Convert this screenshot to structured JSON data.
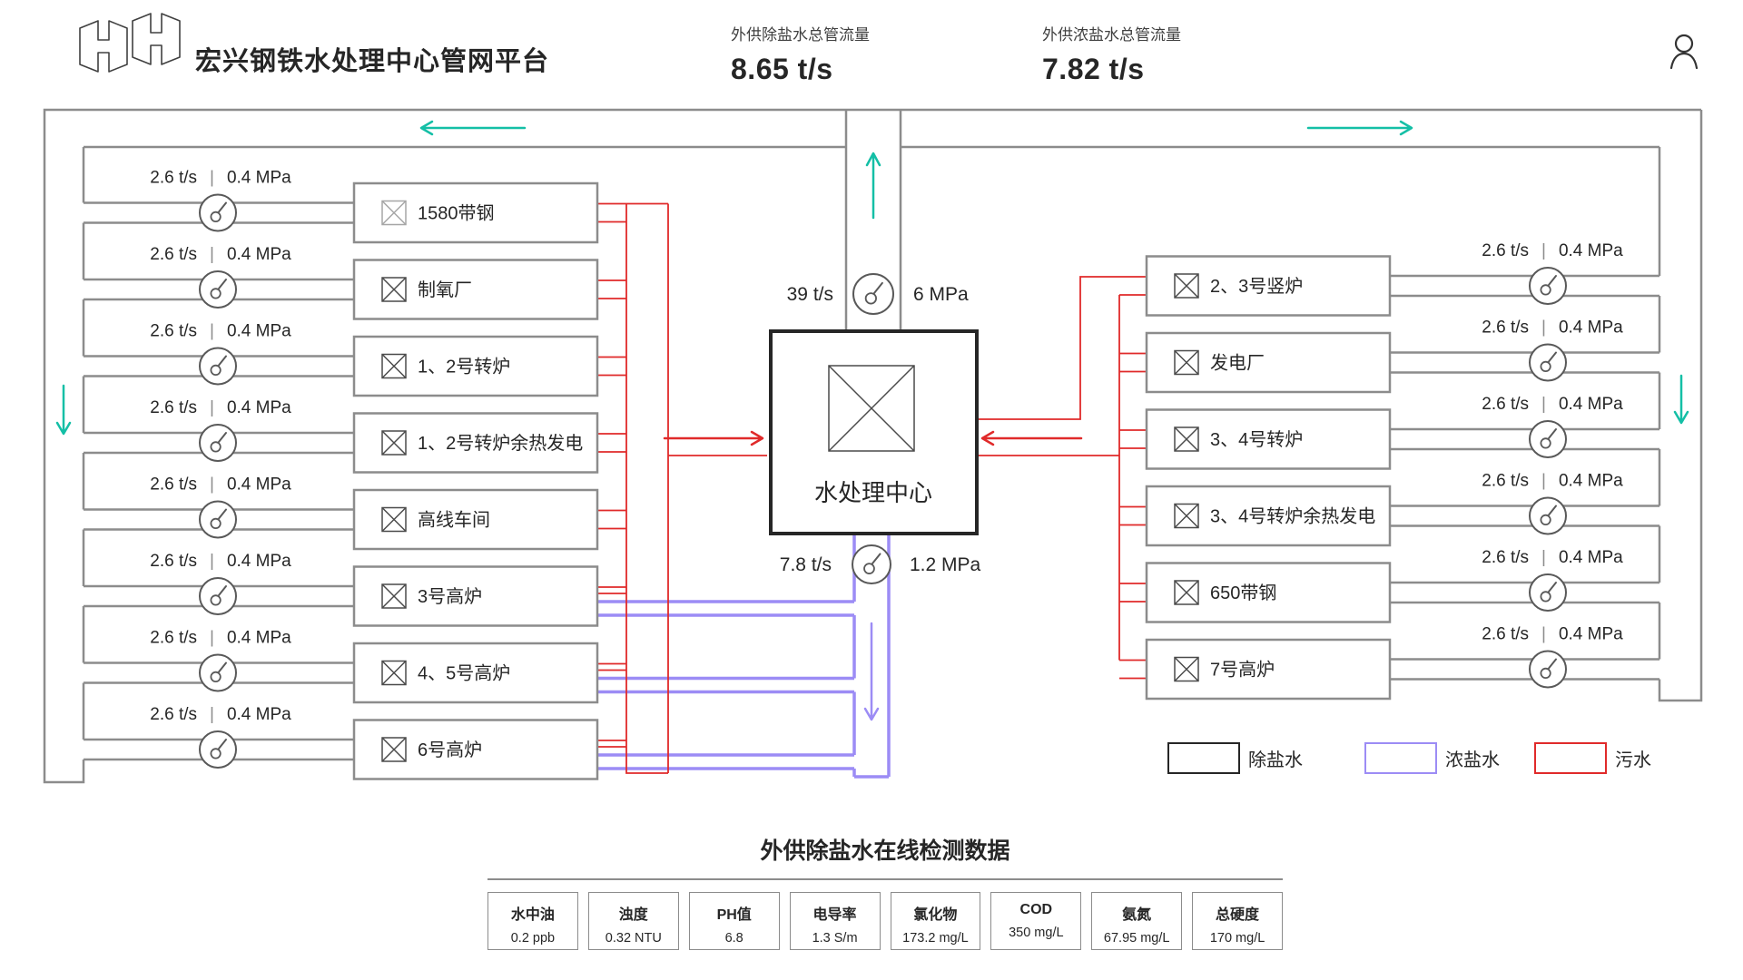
{
  "header": {
    "title": "宏兴钢铁水处理中心管网平台",
    "logo": "HH-hexagon-logo",
    "user_icon": "user-profile-icon",
    "stats": [
      {
        "label": "外供除盐水总管流量",
        "value": "8.65 t/s"
      },
      {
        "label": "外供浓盐水总管流量",
        "value": "7.82 t/s"
      }
    ]
  },
  "diagram": {
    "colors": {
      "pipe_gray": "#8c8c8c",
      "demi_water": "#262626",
      "brine": "#9c8cf5",
      "sewage": "#e02a2a",
      "flow_arrow_green": "#14bfa6",
      "gauge_stroke": "#595959"
    },
    "center": {
      "label": "水处理中心",
      "icon": "crossed-box-icon"
    },
    "supply_main": {
      "flow": "39 t/s",
      "pressure": "6 MPa"
    },
    "brine_main": {
      "flow": "7.8 t/s",
      "pressure": "1.2 MPa"
    },
    "left_units": [
      {
        "label": "1580带钢",
        "flow": "2.6 t/s",
        "pressure": "0.4 MPa",
        "brine": false
      },
      {
        "label": "制氧厂",
        "flow": "2.6 t/s",
        "pressure": "0.4 MPa",
        "brine": false
      },
      {
        "label": "1、2号转炉",
        "flow": "2.6 t/s",
        "pressure": "0.4 MPa",
        "brine": false
      },
      {
        "label": "1、2号转炉余热发电",
        "flow": "2.6 t/s",
        "pressure": "0.4 MPa",
        "brine": false
      },
      {
        "label": "高线车间",
        "flow": "2.6 t/s",
        "pressure": "0.4 MPa",
        "brine": false
      },
      {
        "label": "3号高炉",
        "flow": "2.6 t/s",
        "pressure": "0.4 MPa",
        "brine": true
      },
      {
        "label": "4、5号高炉",
        "flow": "2.6 t/s",
        "pressure": "0.4 MPa",
        "brine": true
      },
      {
        "label": "6号高炉",
        "flow": "2.6 t/s",
        "pressure": "0.4 MPa",
        "brine": true
      }
    ],
    "right_units": [
      {
        "label": "2、3号竖炉",
        "flow": "2.6 t/s",
        "pressure": "0.4 MPa"
      },
      {
        "label": "发电厂",
        "flow": "2.6 t/s",
        "pressure": "0.4 MPa"
      },
      {
        "label": "3、4号转炉",
        "flow": "2.6 t/s",
        "pressure": "0.4 MPa"
      },
      {
        "label": "3、4号转炉余热发电",
        "flow": "2.6 t/s",
        "pressure": "0.4 MPa"
      },
      {
        "label": "650带钢",
        "flow": "2.6 t/s",
        "pressure": "0.4 MPa"
      },
      {
        "label": "7号高炉",
        "flow": "2.6 t/s",
        "pressure": "0.4 MPa"
      }
    ],
    "legend": [
      {
        "label": "除盐水",
        "color": "#262626"
      },
      {
        "label": "浓盐水",
        "color": "#9c8cf5"
      },
      {
        "label": "污水",
        "color": "#e02a2a"
      }
    ]
  },
  "monitor_table": {
    "title": "外供除盐水在线检测数据",
    "cells": [
      {
        "name": "水中油",
        "value": "0.2 ppb"
      },
      {
        "name": "浊度",
        "value": "0.32 NTU"
      },
      {
        "name": "PH值",
        "value": "6.8"
      },
      {
        "name": "电导率",
        "value": "1.3 S/m"
      },
      {
        "name": "氯化物",
        "value": "173.2 mg/L"
      },
      {
        "name": "COD",
        "value": "350 mg/L"
      },
      {
        "name": "氨氮",
        "value": "67.95 mg/L"
      },
      {
        "name": "总硬度",
        "value": "170 mg/L"
      }
    ]
  }
}
